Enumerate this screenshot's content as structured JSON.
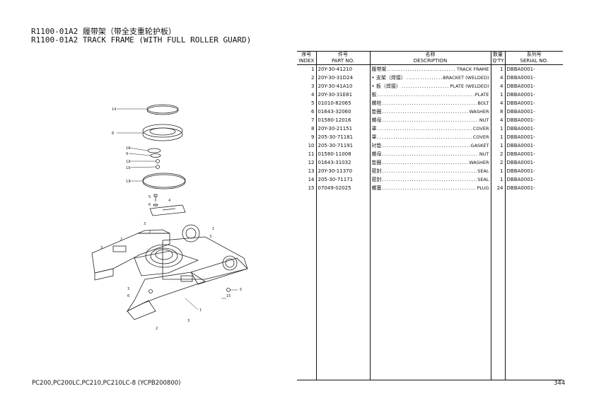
{
  "title": {
    "line1": "R1100-01A2 履带架（带全支重轮护板）",
    "line2": "R1100-01A2 TRACK FRAME (WITH FULL ROLLER GUARD)"
  },
  "diagram": {
    "callouts": [
      "14",
      "8",
      "10",
      "9",
      "12",
      "11",
      "13",
      "5",
      "6",
      "4",
      "3",
      "3",
      "2",
      "2",
      "1",
      "3",
      "3",
      "6",
      "5",
      "15",
      "1",
      "2",
      "3"
    ]
  },
  "table": {
    "headers": {
      "index_cn": "序号",
      "index_en": "INDEX",
      "part_cn": "件号",
      "part_en": "PART NO.",
      "desc_cn": "名称",
      "desc_en": "DESCRIPTION",
      "qty_cn": "数量",
      "qty_en": "Q'TY",
      "serial_cn": "系列号",
      "serial_en": "SERIAL NO."
    },
    "rows": [
      {
        "index": "1",
        "part": "20Y-30-41210",
        "cn": "履带架",
        "en": "TRACK FRAME",
        "qty": "1",
        "serial": "DBBA0001-"
      },
      {
        "index": "2",
        "part": "20Y-30-31D24",
        "cn": "• 支架（焊接）",
        "en": "BRACKET (WELDED)",
        "qty": "4",
        "serial": "DBBA0001-"
      },
      {
        "index": "3",
        "part": "20Y-30-41A10",
        "cn": "• 板（焊接）",
        "en": "PLATE (WELDED)",
        "qty": "4",
        "serial": "DBBA0001-"
      },
      {
        "index": "4",
        "part": "20Y-30-31E81",
        "cn": "板",
        "en": "PLATE",
        "qty": "1",
        "serial": "DBBA0001-"
      },
      {
        "index": "5",
        "part": "01010-82065",
        "cn": "螺栓",
        "en": "BOLT",
        "qty": "4",
        "serial": "DBBA0001-"
      },
      {
        "index": "6",
        "part": "01643-32060",
        "cn": "垫圈",
        "en": "WASHER",
        "qty": "8",
        "serial": "DBBA0001-"
      },
      {
        "index": "7",
        "part": "01580-12016",
        "cn": "螺母",
        "en": "NUT",
        "qty": "4",
        "serial": "DBBA0001-"
      },
      {
        "index": "8",
        "part": "20Y-30-21151",
        "cn": "罩",
        "en": "COVER",
        "qty": "1",
        "serial": "DBBA0001-"
      },
      {
        "index": "9",
        "part": "205-30-71181",
        "cn": "罩",
        "en": "COVER",
        "qty": "1",
        "serial": "DBBA0001-"
      },
      {
        "index": "10",
        "part": "205-30-71191",
        "cn": "衬垫",
        "en": "GASKET",
        "qty": "1",
        "serial": "DBBA0001-"
      },
      {
        "index": "11",
        "part": "01580-11008",
        "cn": "螺母",
        "en": "NUT",
        "qty": "2",
        "serial": "DBBA0001-"
      },
      {
        "index": "12",
        "part": "01643-31032",
        "cn": "垫圈",
        "en": "WASHER",
        "qty": "2",
        "serial": "DBBA0001-"
      },
      {
        "index": "13",
        "part": "20Y-30-11370",
        "cn": "密封",
        "en": "SEAL",
        "qty": "1",
        "serial": "DBBA0001-"
      },
      {
        "index": "14",
        "part": "205-30-71171",
        "cn": "密封",
        "en": "SEAL",
        "qty": "1",
        "serial": "DBBA0001-"
      },
      {
        "index": "15",
        "part": "07049-02025",
        "cn": "螺塞",
        "en": "PLUG",
        "qty": "24",
        "serial": "DBBA0001-"
      }
    ]
  },
  "footer": {
    "models": "PC200,PC200LC,PC210,PC210LC-8 (YCPB200800)",
    "page": "344"
  }
}
